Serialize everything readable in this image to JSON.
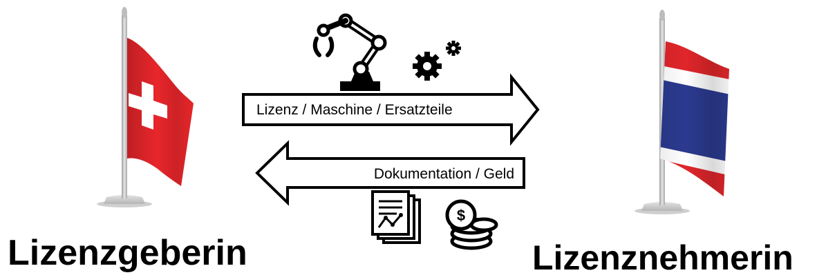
{
  "left_party": {
    "label": "Lizenzgeberin",
    "flag_icon": "switzerland-flag-icon",
    "flag_colors": {
      "field": "#e8262b",
      "cross": "#ffffff"
    }
  },
  "right_party": {
    "label": "Lizenznehmerin",
    "flag_icon": "thailand-flag-icon",
    "flag_colors": {
      "red": "#e0262b",
      "white": "#ffffff",
      "blue": "#2b3a8f"
    }
  },
  "flow_right": {
    "label": "Lizenz / Maschine / Ersatzteile",
    "direction": "right",
    "icons": [
      "robot-arm-icon",
      "gears-icon"
    ]
  },
  "flow_left": {
    "label": "Dokumentation / Geld",
    "direction": "left",
    "icons": [
      "document-icon",
      "coins-icon"
    ]
  },
  "colors": {
    "ink": "#000000",
    "pole": "#c8c8c8",
    "background": "#ffffff"
  }
}
